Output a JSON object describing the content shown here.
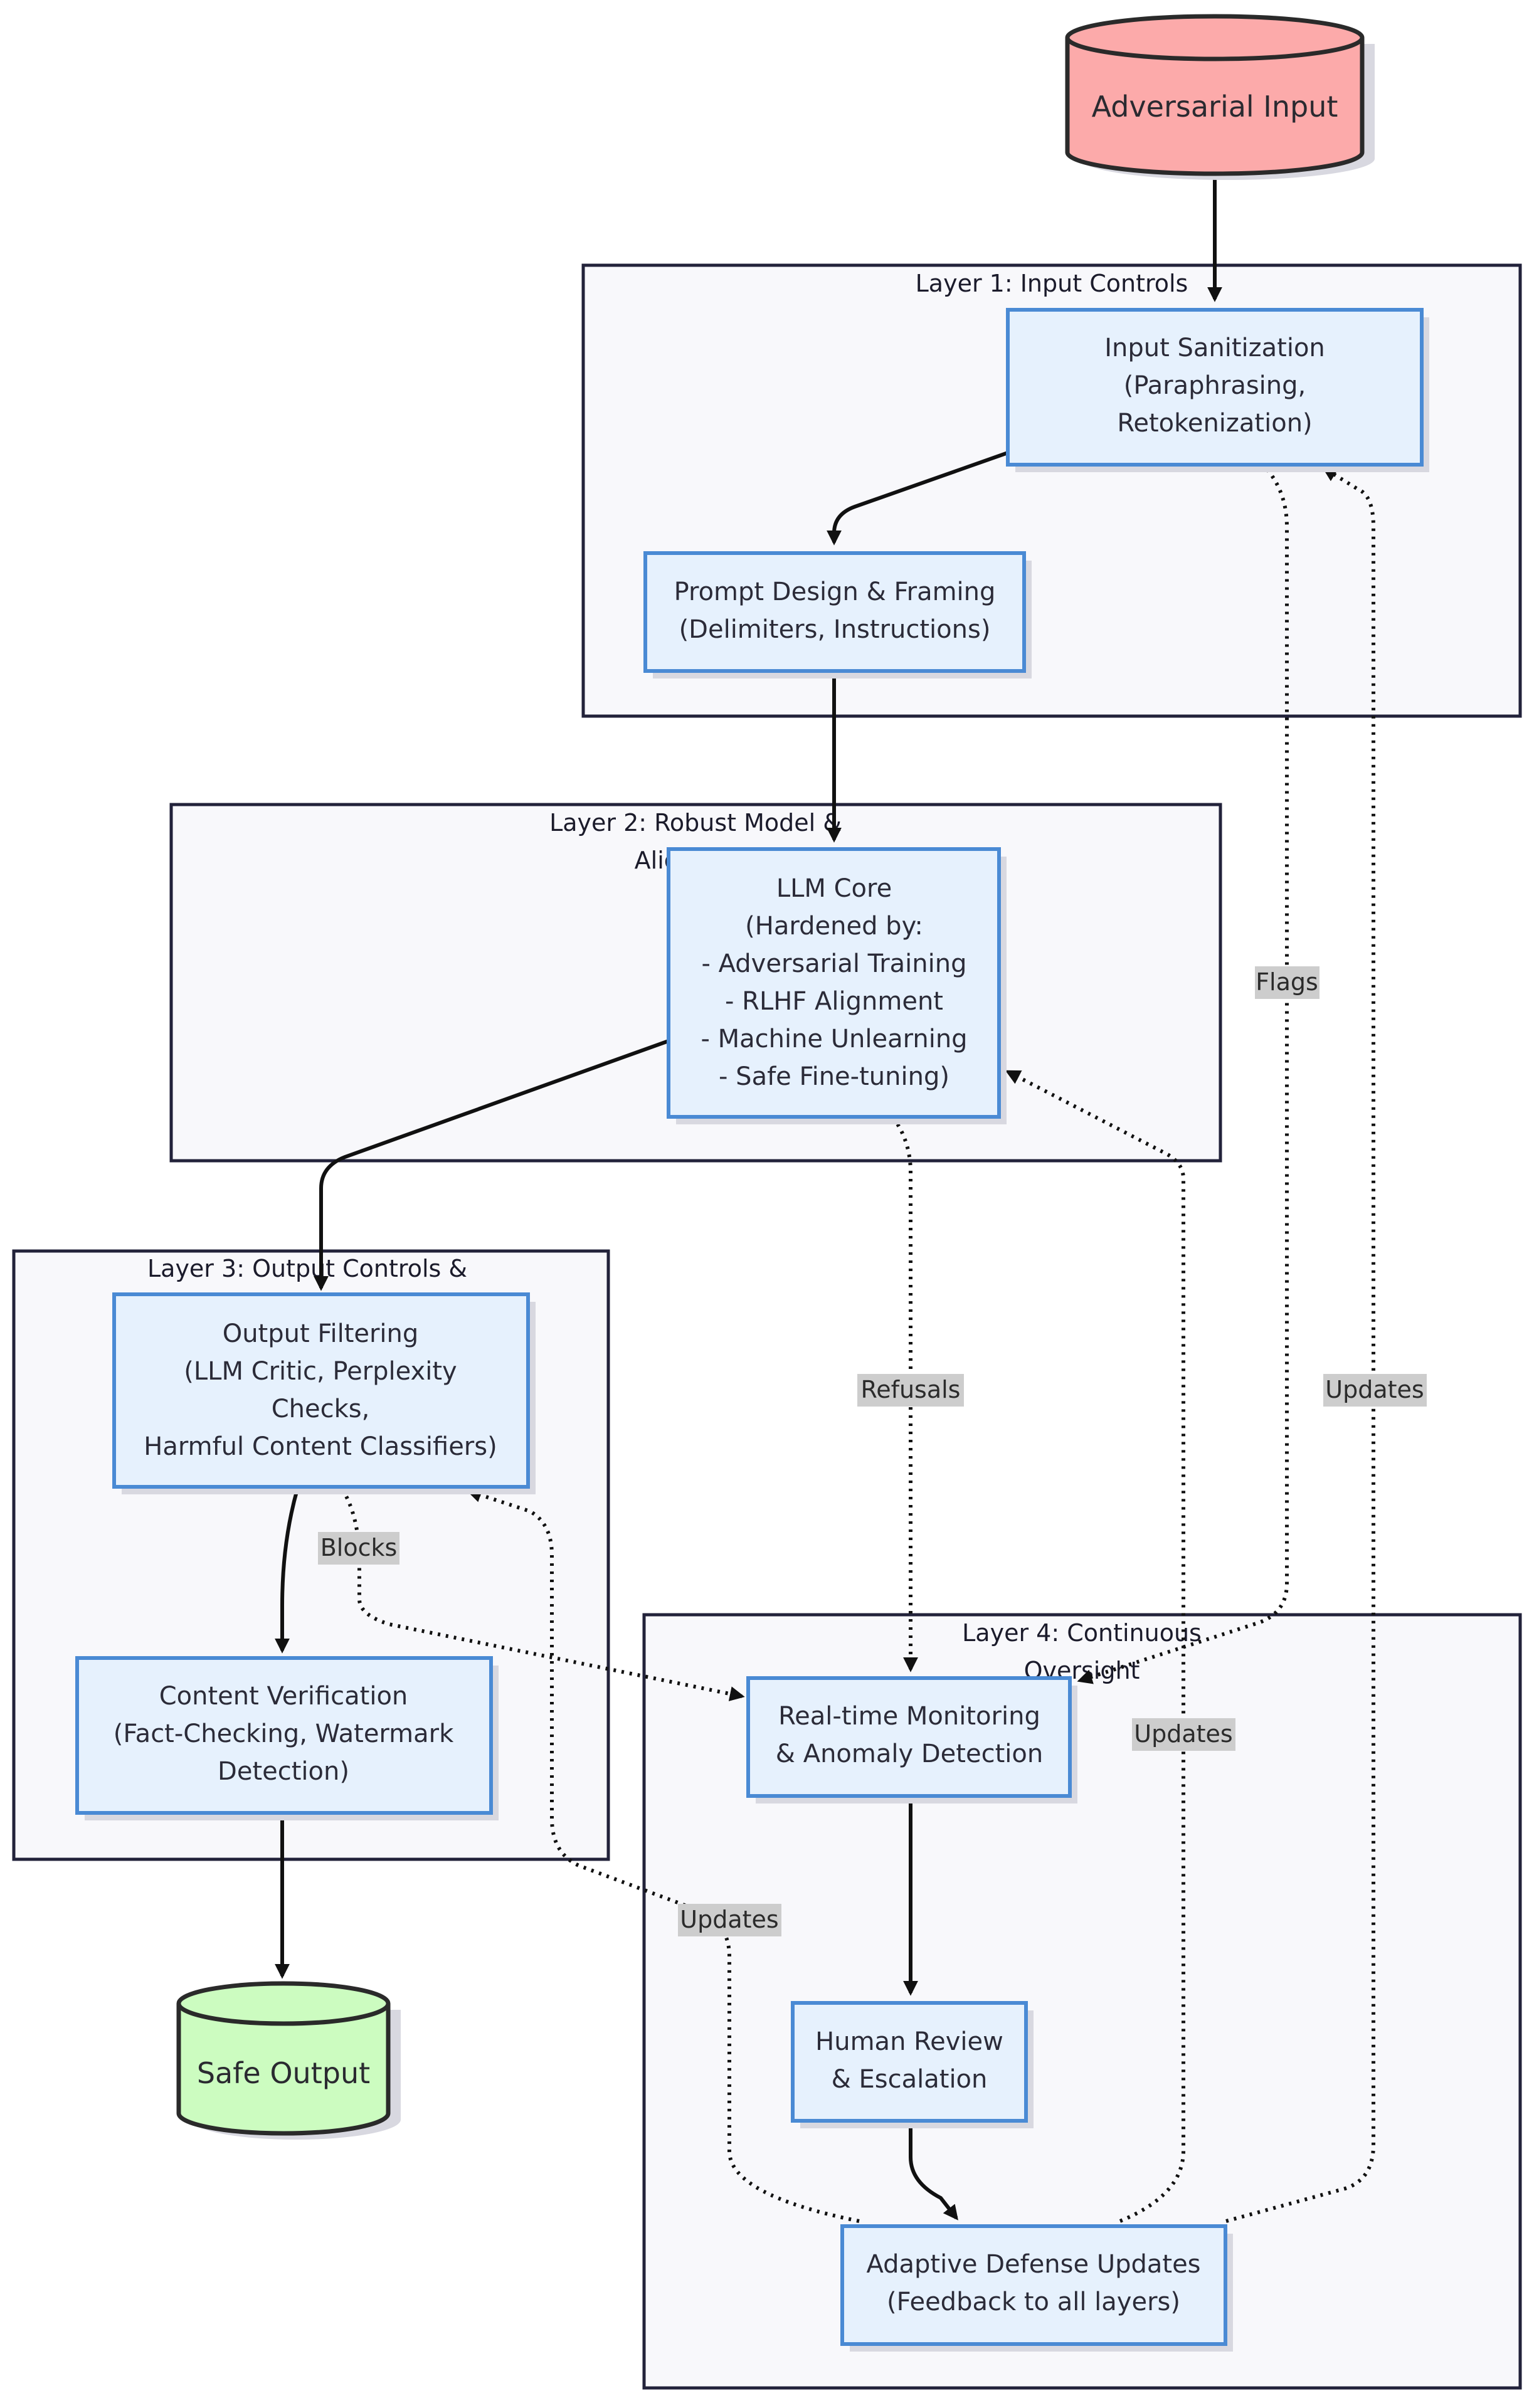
{
  "title": "",
  "colors": {
    "adversarial_fill": "#fcaaaa",
    "safe_fill": "#ccfcc0",
    "node_fill": "#e6f1fd",
    "node_stroke": "#4a8ad4",
    "cluster_fill": "#f8f8fb",
    "cluster_stroke": "#22223a",
    "label_bg": "#cdcdcd"
  },
  "clusters": {
    "layer1": {
      "title": "Layer 1: Input Controls"
    },
    "layer2": {
      "title_line1": "Layer 2: Robust Model &",
      "title_line2": "Alignment"
    },
    "layer3": {
      "title": "Layer 3: Output Controls &"
    },
    "layer4": {
      "title_line1": "Layer 4: Continuous",
      "title_line2": "Oversight"
    }
  },
  "nodes": {
    "adversarial_input": {
      "label": "Adversarial Input"
    },
    "safe_output": {
      "label": "Safe Output"
    },
    "input_sanitization": {
      "lines": [
        "Input Sanitization",
        "(Paraphrasing,",
        "Retokenization)"
      ]
    },
    "prompt_design": {
      "lines": [
        "Prompt Design & Framing",
        "(Delimiters, Instructions)"
      ]
    },
    "llm_core": {
      "lines": [
        "LLM Core",
        "(Hardened by:",
        "- Adversarial Training",
        "- RLHF Alignment",
        "- Machine Unlearning",
        "- Safe Fine-tuning)"
      ]
    },
    "output_filtering": {
      "lines": [
        "Output Filtering",
        "(LLM Critic, Perplexity",
        "Checks,",
        "Harmful Content Classifiers)"
      ]
    },
    "content_verification": {
      "lines": [
        "Content Verification",
        "(Fact-Checking, Watermark",
        "Detection)"
      ]
    },
    "monitoring": {
      "lines": [
        "Real-time Monitoring",
        "& Anomaly Detection"
      ]
    },
    "human_review": {
      "lines": [
        "Human Review",
        "& Escalation"
      ]
    },
    "adaptive_updates": {
      "lines": [
        "Adaptive Defense Updates",
        "(Feedback to all layers)"
      ]
    }
  },
  "edge_labels": {
    "flags": "Flags",
    "refusals": "Refusals",
    "blocks": "Blocks",
    "updates_l1": "Updates",
    "updates_l2": "Updates",
    "updates_l3": "Updates"
  }
}
